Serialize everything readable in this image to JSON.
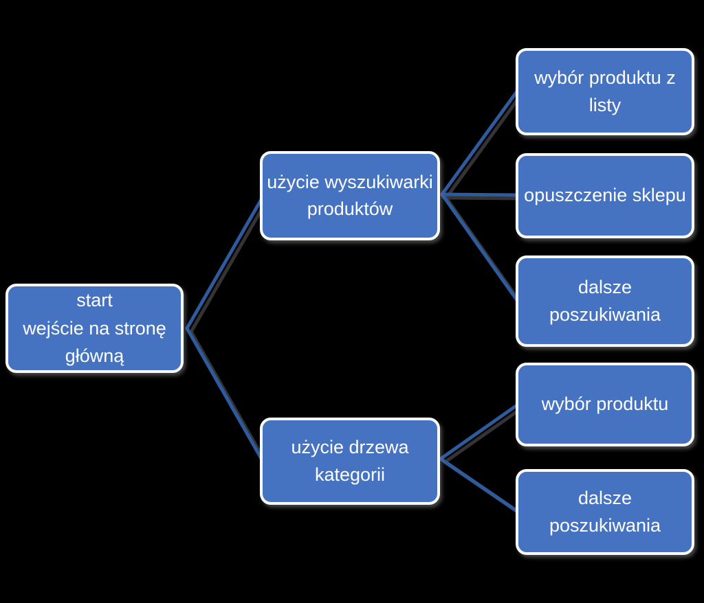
{
  "diagram": {
    "title": "customer path flowchart (Polish)",
    "background": "#000000",
    "node_fill": "#4573C1",
    "node_border": "#FBFBFB",
    "connector_color": "#2E5B9F",
    "connector_shadow": "#3D3D3D",
    "text_color": "#FFFFFF",
    "nodes": [
      {
        "id": "start",
        "label": "start",
        "sublabel": "wejście na stronę główną"
      },
      {
        "id": "search",
        "label": "użycie wyszukiwarki produktów"
      },
      {
        "id": "tree",
        "label": "użycie drzewa kategorii"
      },
      {
        "id": "r1",
        "label": "wybór produktu z listy"
      },
      {
        "id": "r2",
        "label": "opuszczenie sklepu"
      },
      {
        "id": "r3",
        "label": "dalsze poszukiwania"
      },
      {
        "id": "r4",
        "label": "wybór produktu"
      },
      {
        "id": "r5",
        "label": "dalsze poszukiwania"
      }
    ],
    "edges": [
      {
        "from": "start",
        "to": "search"
      },
      {
        "from": "start",
        "to": "tree"
      },
      {
        "from": "search",
        "to": "r1"
      },
      {
        "from": "search",
        "to": "r2"
      },
      {
        "from": "search",
        "to": "r3"
      },
      {
        "from": "tree",
        "to": "r4"
      },
      {
        "from": "tree",
        "to": "r5"
      }
    ]
  }
}
